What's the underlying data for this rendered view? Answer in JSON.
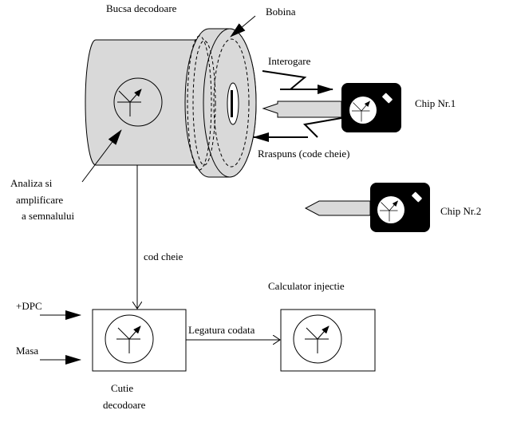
{
  "labels": {
    "bucsa": "Bucsa decodoare",
    "bobina": "Bobina",
    "interogare": "Interogare",
    "raspuns": "Rraspuns (code cheie)",
    "chip1": "Chip Nr.1",
    "chip2": "Chip Nr.2",
    "analiza_1": "Analiza si",
    "analiza_2": "amplificare",
    "analiza_3": "a semnalului",
    "cod_cheie": "cod cheie",
    "calculator": "Calculator injectie",
    "dpc": "+DPC",
    "masa": "Masa",
    "legatura": "Legatura codata",
    "cutie_1": "Cutie",
    "cutie_2": "decodoare"
  },
  "colors": {
    "body_fill": "#d9d9d9",
    "chip_fill": "#000000",
    "line": "#000000"
  }
}
